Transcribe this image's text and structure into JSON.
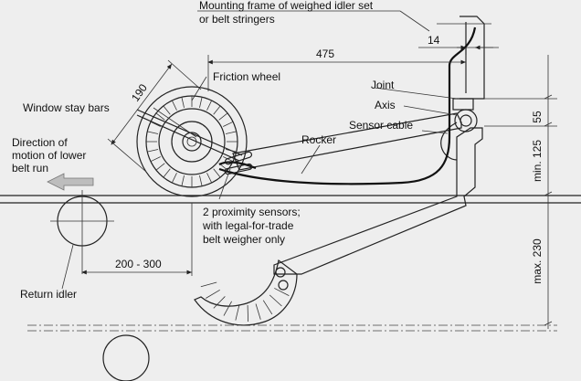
{
  "labels": {
    "mounting_frame_1": "Mounting frame of weighed idler set",
    "mounting_frame_2": "or belt stringers",
    "friction_wheel": "Friction wheel",
    "window_stay_bars": "Window stay bars",
    "joint": "Joint",
    "axis": "Axis",
    "sensor_cable": "Sensor cable",
    "rocker": "Rocker",
    "direction_1": "Direction of",
    "direction_2": "motion of lower",
    "direction_3": "belt run",
    "proximity_1": "2 proximity sensors;",
    "proximity_2": "with legal-for-trade",
    "proximity_3": "belt weigher only",
    "return_idler": "Return idler"
  },
  "dimensions": {
    "d14": "14",
    "d475": "475",
    "d190": "190",
    "d55": "55",
    "d125": "min. 125",
    "d230": "max. 230",
    "d200_300": "200 - 300"
  },
  "colors": {
    "background": "#eeeeee",
    "line": "#222222",
    "arrow": "#999999"
  }
}
